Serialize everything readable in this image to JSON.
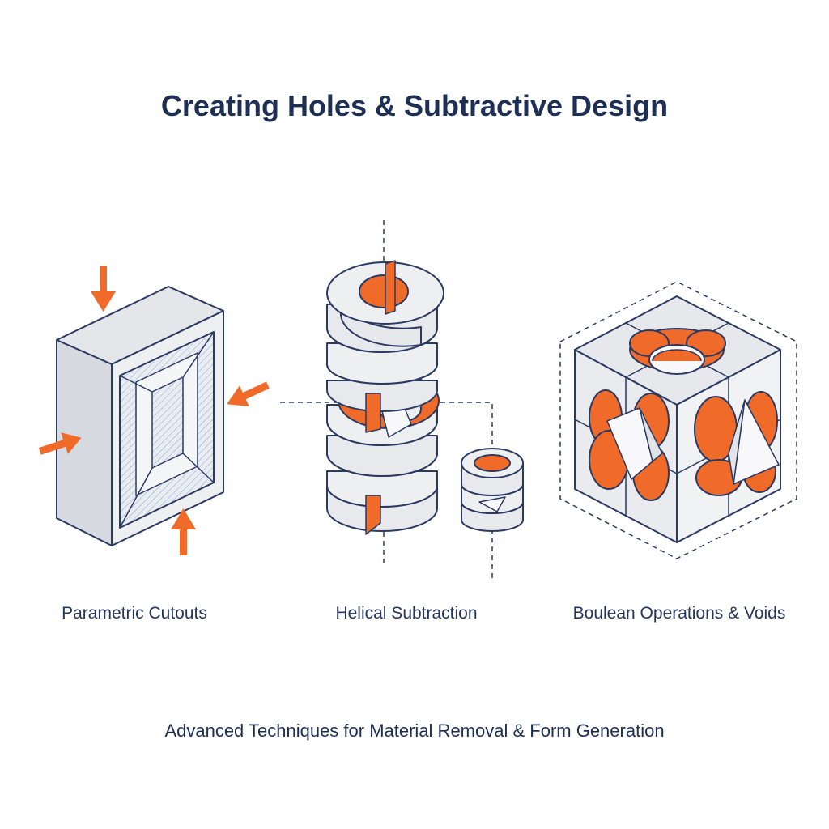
{
  "title": "Creating Holes & Subtractive Design",
  "panels": [
    {
      "label": "Parametric Cutouts"
    },
    {
      "label": "Helical Subtraction"
    },
    {
      "label": "Boulean Operations & Voids"
    }
  ],
  "subtitle": "Advanced Techniques for Material Removal & Form Generation",
  "colors": {
    "navy": "#1e2f55",
    "outline": "#2b3a63",
    "accent": "#f06a2a",
    "face_light": "#eeeff1",
    "face_mid": "#e2e4e8",
    "face_dark": "#d5d8de"
  }
}
